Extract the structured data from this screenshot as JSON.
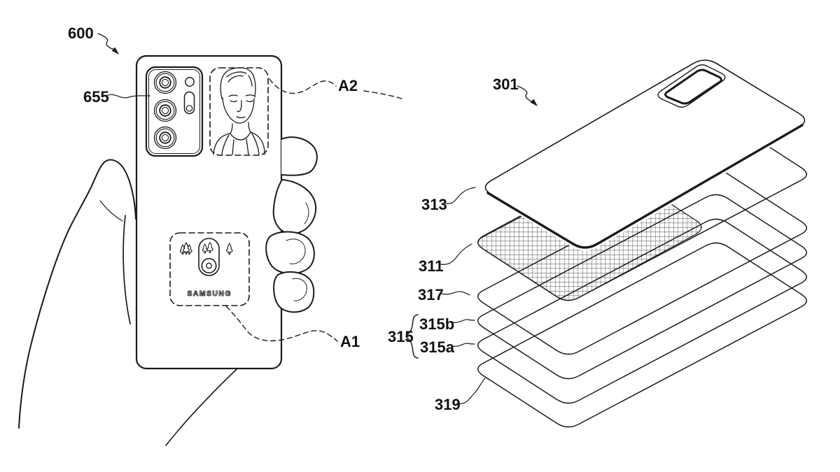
{
  "figure": {
    "kind": "patent-line-drawing",
    "background_color": "#ffffff",
    "line_color": "#1a1a1a",
    "left_figure": {
      "labels": {
        "assembly": "600",
        "camera_module": "655",
        "region_top": "A2",
        "region_bottom": "A1"
      },
      "logo_text": "SAMSUNG"
    },
    "right_figure": {
      "labels": {
        "assembly": "301",
        "back_cover": "313",
        "hatched_sheet": "311",
        "layer_317": "317",
        "layer_group": "315",
        "layer_315b": "315b",
        "layer_315a": "315a",
        "layer_319": "319"
      }
    }
  }
}
